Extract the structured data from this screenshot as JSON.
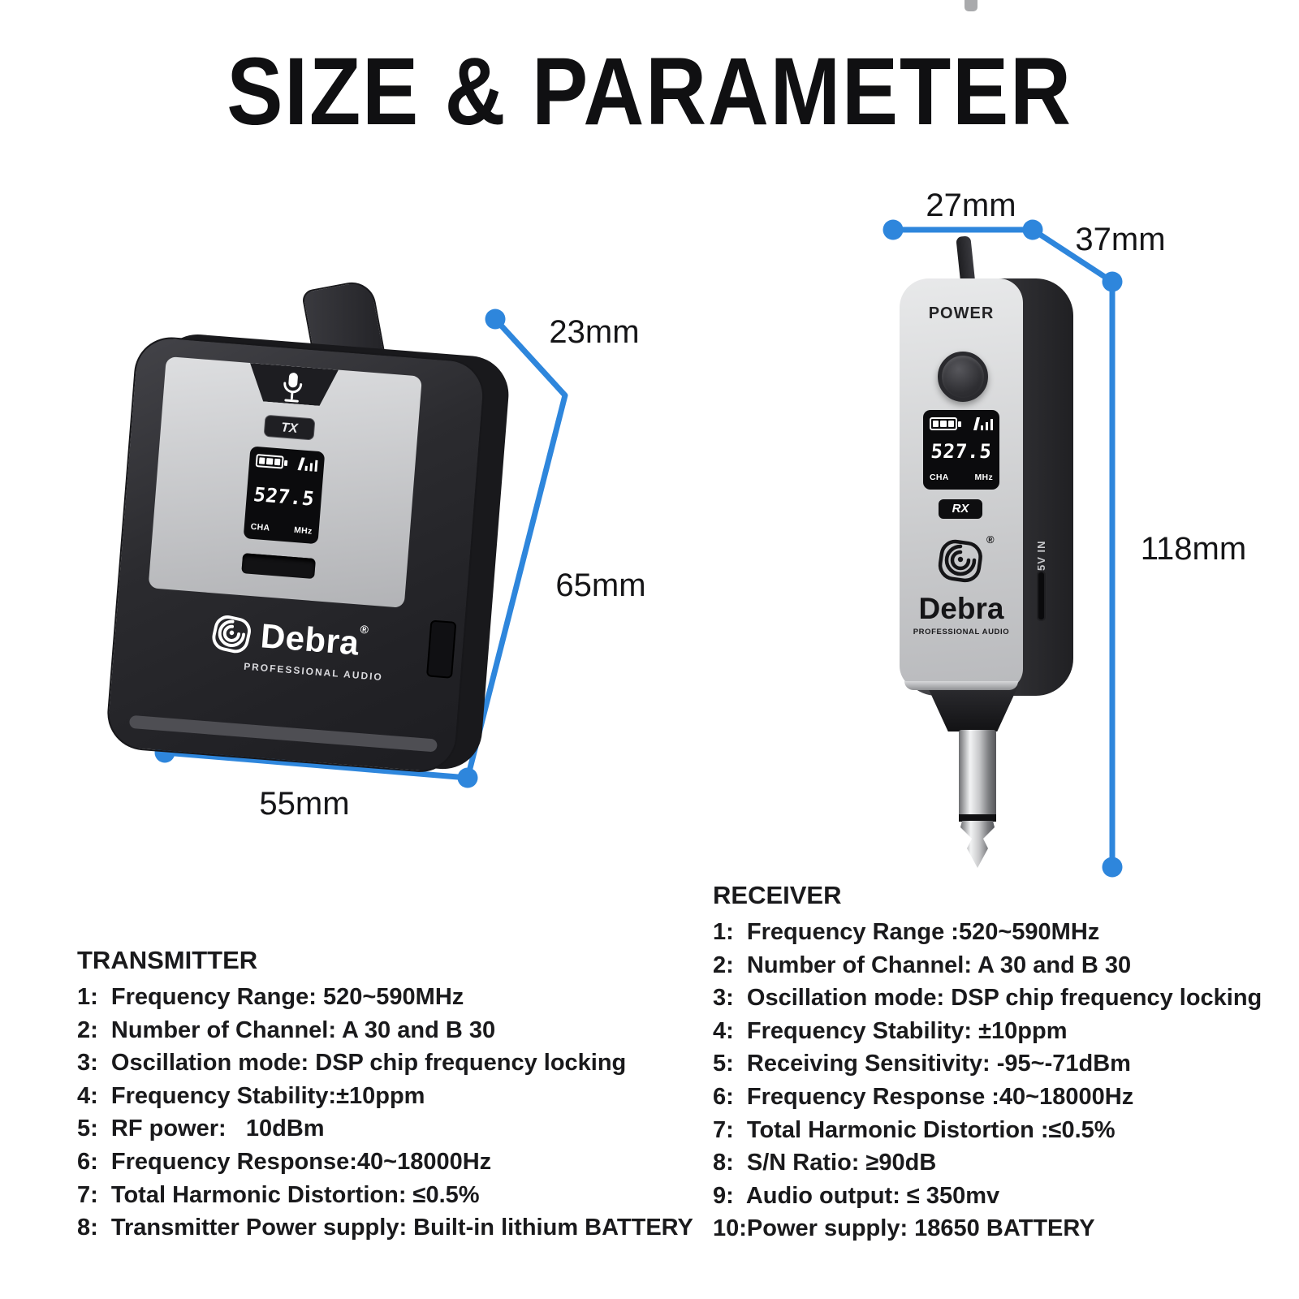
{
  "title": "SIZE & PARAMETER",
  "accent_color": "#2e86dc",
  "dimensions": {
    "tx_depth": "23mm",
    "tx_height": "65mm",
    "tx_width": "55mm",
    "rx_width": "27mm",
    "rx_depth": "37mm",
    "rx_height": "118mm"
  },
  "transmitter_device": {
    "badge": "TX",
    "lcd": {
      "value": "527.5",
      "channel_label": "CHA",
      "unit_label": "MHz"
    },
    "brand": "Debra",
    "brand_reg": "®",
    "brand_sub": "PROFESSIONAL AUDIO"
  },
  "receiver_device": {
    "power_label": "POWER",
    "badge": "RX",
    "lcd": {
      "value": "527.5",
      "channel_label": "CHA",
      "unit_label": "MHz"
    },
    "brand": "Debra",
    "brand_reg": "®",
    "brand_sub": "PROFESSIONAL AUDIO",
    "side_port_label": "5V IN"
  },
  "transmitter_specs": {
    "heading": "TRANSMITTER",
    "items": [
      "1:  Frequency Range: 520~590MHz",
      "2:  Number of Channel: A 30 and B 30",
      "3:  Oscillation mode: DSP chip frequency locking",
      "4:  Frequency Stability:±10ppm",
      "5:  RF power:   10dBm",
      "6:  Frequency Response:40~18000Hz",
      "7:  Total Harmonic Distortion: ≤0.5%",
      "8:  Transmitter Power supply: Built-in lithium BATTERY"
    ]
  },
  "receiver_specs": {
    "heading": "RECEIVER",
    "items": [
      "1:  Frequency Range :520~590MHz",
      "2:  Number of Channel: A 30 and B 30",
      "3:  Oscillation mode: DSP chip frequency locking",
      "4:  Frequency Stability: ±10ppm",
      "5:  Receiving Sensitivity: -95~-71dBm",
      "6:  Frequency Response :40~18000Hz",
      "7:  Total Harmonic Distortion :≤0.5%",
      "8:  S/N Ratio: ≥90dB",
      "9:  Audio output: ≤ 350mv",
      "10:Power supply: 18650 BATTERY"
    ]
  }
}
